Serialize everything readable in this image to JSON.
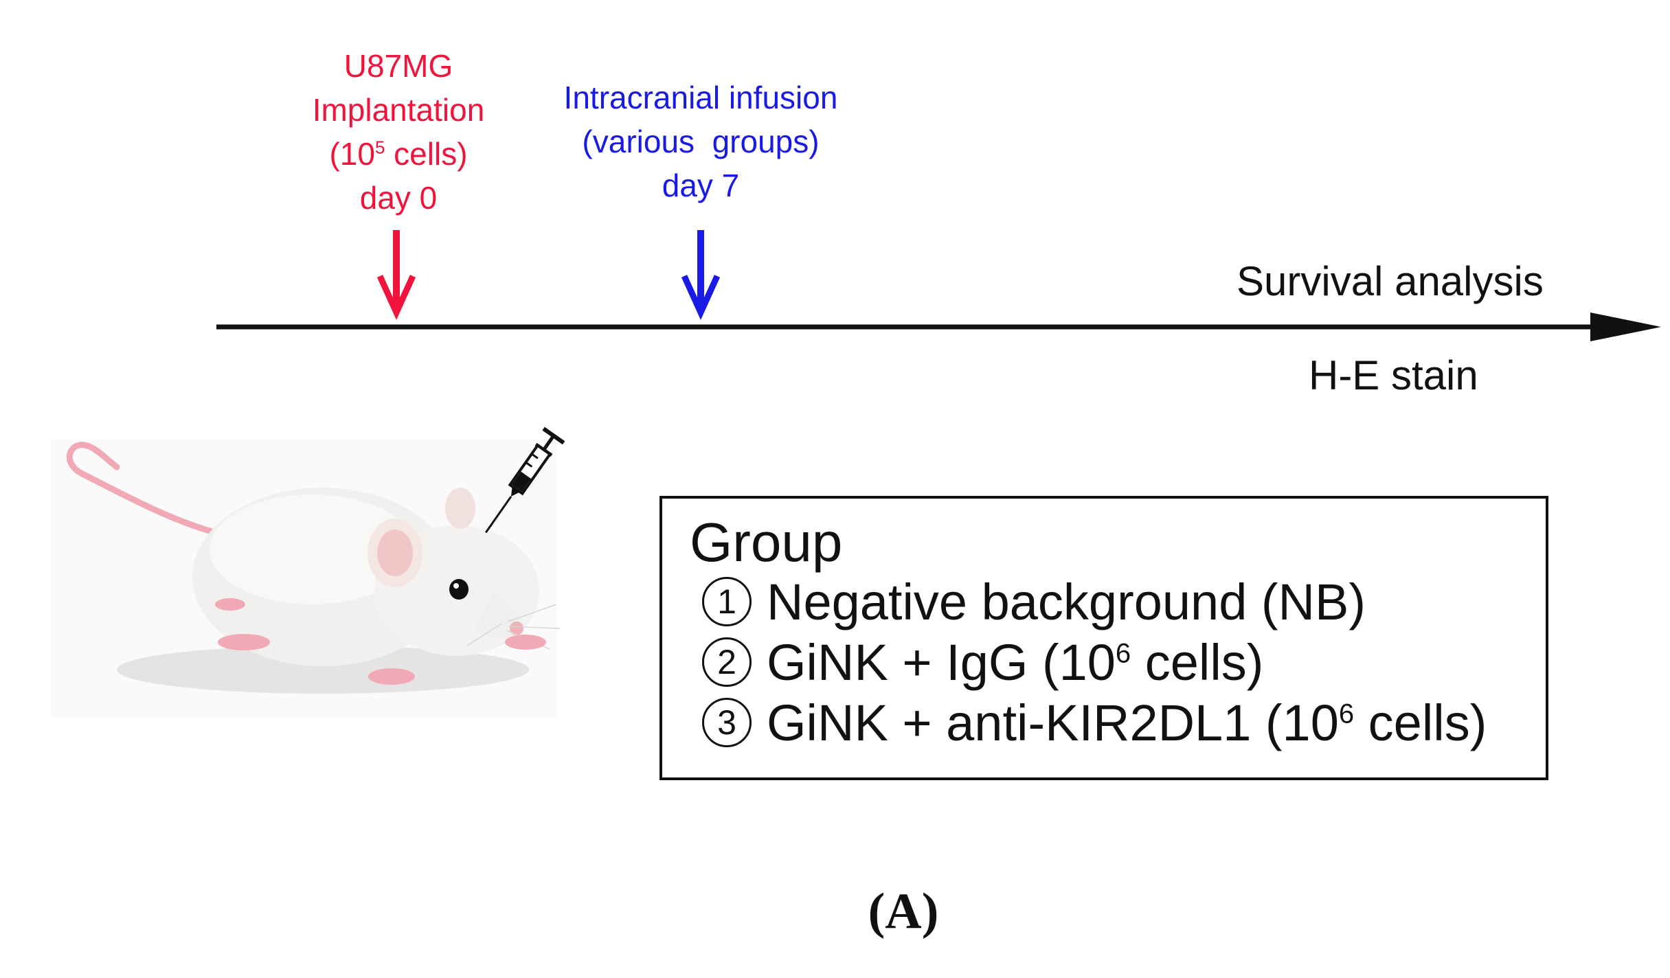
{
  "events": [
    {
      "id": "implantation",
      "color": "#f0143c",
      "day": "day 0",
      "line1": "U87MG",
      "line2": "Implantation",
      "dose_open": "(10",
      "dose_exp": "5",
      "dose_close": " cells)"
    },
    {
      "id": "infusion",
      "color": "#1a1ae6",
      "day": "day 7",
      "line1": "Intracranial infusion",
      "line2": "(various  groups)"
    }
  ],
  "timeline": {
    "above_label": "Survival analysis",
    "below_label": "H-E stain"
  },
  "group_box": {
    "title": "Group",
    "items": [
      {
        "marker": "1",
        "text": "Negative background (NB)"
      },
      {
        "marker": "2",
        "text": "GiNK + IgG (10",
        "exp": "6",
        "suffix": " cells)"
      },
      {
        "marker": "3",
        "text": "GiNK + anti-KIR2DL1 (10",
        "exp": "6",
        "suffix": " cells)"
      }
    ]
  },
  "panel_label": "(A)",
  "icons": [
    "mouse-illustration",
    "syringe-icon"
  ]
}
